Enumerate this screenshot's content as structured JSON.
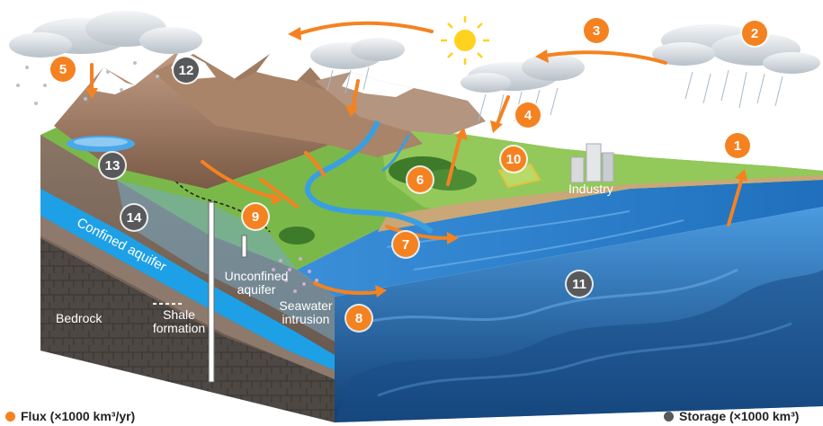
{
  "labels": {
    "confined_aquifer": "Confined aquifer",
    "unconfined_aquifer": "Unconfined aquifer",
    "bedrock": "Bedrock",
    "shale_formation": "Shale formation",
    "seawater_intrusion": "Seawater intrusion",
    "industry": "Industry"
  },
  "flow_badges": [
    "1",
    "2",
    "3",
    "4",
    "5",
    "6",
    "7",
    "8",
    "9",
    "10"
  ],
  "storage_badges": [
    "11",
    "12",
    "13",
    "14"
  ],
  "legend": {
    "flux": "Flux (×1000 km³/yr)",
    "storage": "Storage (×1000 km³)"
  },
  "colors": {
    "flux_orange": "#f58220",
    "storage_gray": "#58595b",
    "ocean_blue": "#2f7fc9",
    "aquifer_blue": "#1ea0e6"
  }
}
